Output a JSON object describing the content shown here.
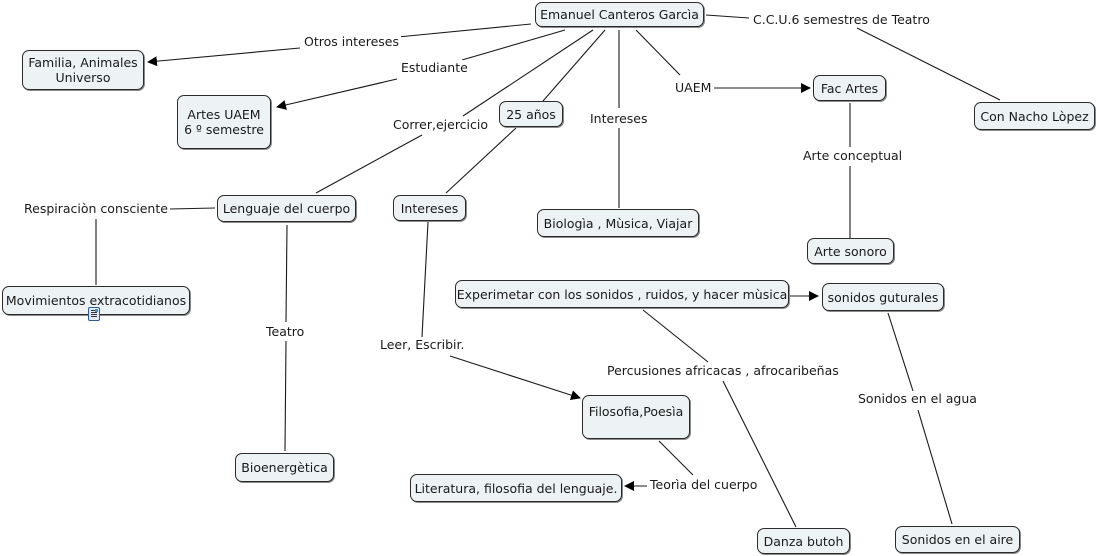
{
  "map": {
    "nodes": {
      "root": "Emanuel Canteros Garcìa",
      "familia_1": "Familia, Animales",
      "familia_2": "Universo",
      "artes_uaem_1": "Artes UAEM",
      "artes_uaem_2": "6 º semestre",
      "edad": "25 años",
      "fac_artes": "Fac Artes",
      "nacho": "Con Nacho Lòpez",
      "lenguaje_cuerpo": "Lenguaje del cuerpo",
      "intereses_node": "Intereses",
      "biologia": "Biologìa , Mùsica, Viajar",
      "arte_sonoro": "Arte sonoro",
      "movimientos": "Movimientos extracotidianos",
      "experimentar": "Experimetar con los sonidos , ruidos, y hacer mùsica",
      "guturales": "sonidos guturales",
      "filosofia": "Filosofia,Poesìa",
      "bioenergetica": "Bioenergètica",
      "literatura": "Literatura, filosofia del lenguaje.",
      "butoh": "Danza butoh",
      "aire": "Sonidos en el aire"
    },
    "links": {
      "otros_intereses": "Otros intereses",
      "estudiante": "Estudiante",
      "correr": "Correr,ejercicio",
      "intereses_link": "Intereses",
      "uaem": "UAEM",
      "ccu": "C.C.U.6 semestres de Teatro",
      "arte_conceptual": "Arte conceptual",
      "respiracion": "Respiraciòn consciente",
      "teatro": "Teatro",
      "leer": "Leer, Escribir.",
      "percusiones": "Percusiones africacas , afrocaribeñas",
      "agua": "Sonidos en el agua",
      "teoria": "Teorìa del cuerpo"
    },
    "icons": {
      "resource": "document-resource-icon"
    }
  }
}
